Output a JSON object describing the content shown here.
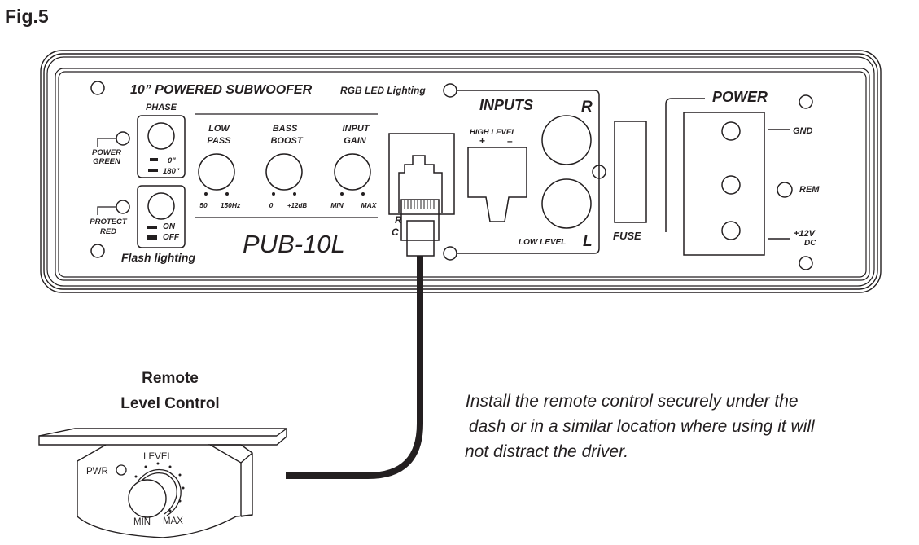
{
  "figure": {
    "label": "Fig.5"
  },
  "panel": {
    "product_title": "10” POWERED SUBWOOFER",
    "lighting_label": "RGB LED Lighting",
    "model": "PUB-10L",
    "phase": {
      "title": "PHASE",
      "opt1": "0\"",
      "opt2": "180\""
    },
    "flash": {
      "title": "Flash lighting",
      "opt1": "ON",
      "opt2": "OFF"
    },
    "power_led": {
      "line1": "POWER",
      "line2": "GREEN"
    },
    "protect_led": {
      "line1": "PROTECT",
      "line2": "RED"
    },
    "knobs": [
      {
        "line1": "LOW",
        "line2": "PASS",
        "min": "50",
        "max": "150Hz"
      },
      {
        "line1": "BASS",
        "line2": "BOOST",
        "min": "0",
        "max": "+12dB"
      },
      {
        "line1": "INPUT",
        "line2": "GAIN",
        "min": "MIN",
        "max": "MAX"
      }
    ],
    "remote_port_label_partial": {
      "line1": "R",
      "line2": "C"
    },
    "inputs": {
      "title": "INPUTS",
      "right": "R",
      "left": "L",
      "high_level": "HIGH LEVEL",
      "plus": "+",
      "minus": "–",
      "low_level": "LOW  LEVEL"
    },
    "fuse": "FUSE",
    "power": {
      "title": "POWER",
      "gnd": "GND",
      "rem": "REM",
      "v12": "+12V",
      "dc": "DC"
    }
  },
  "remote": {
    "title_line1": "Remote",
    "title_line2": "Level Control",
    "pwr": "PWR",
    "level": "LEVEL",
    "min": "MIN",
    "max": "MAX"
  },
  "instructions": {
    "line1": "Install the remote control securely under the",
    "line2": " dash or in a similar location where using it will",
    "line3": "not distract the driver."
  }
}
